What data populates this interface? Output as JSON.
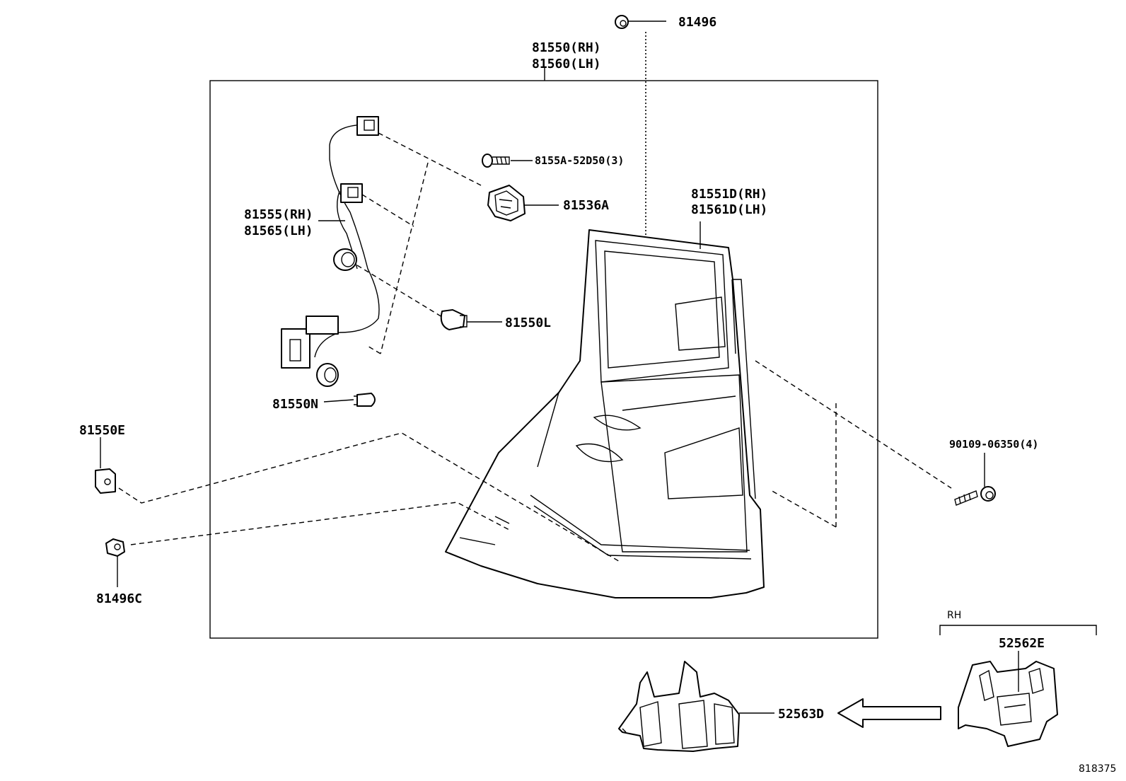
{
  "diagram": {
    "callouts": {
      "p81496": "81496",
      "p81550_rh": "81550(RH)",
      "p81560_lh": "81560(LH)",
      "p8155a": "8155A-52D50(3)",
      "p81536a": "81536A",
      "p81555_rh": "81555(RH)",
      "p81565_lh": "81565(LH)",
      "p81551d_rh": "81551D(RH)",
      "p81561d_lh": "81561D(LH)",
      "p81550l": "81550L",
      "p81550n": "81550N",
      "p81550e": "81550E",
      "p81496c": "81496C",
      "p90109": "90109-06350(4)",
      "rh_note": "RH",
      "p52562e": "52562E",
      "p52563d": "52563D"
    },
    "figure_number": "818375"
  }
}
